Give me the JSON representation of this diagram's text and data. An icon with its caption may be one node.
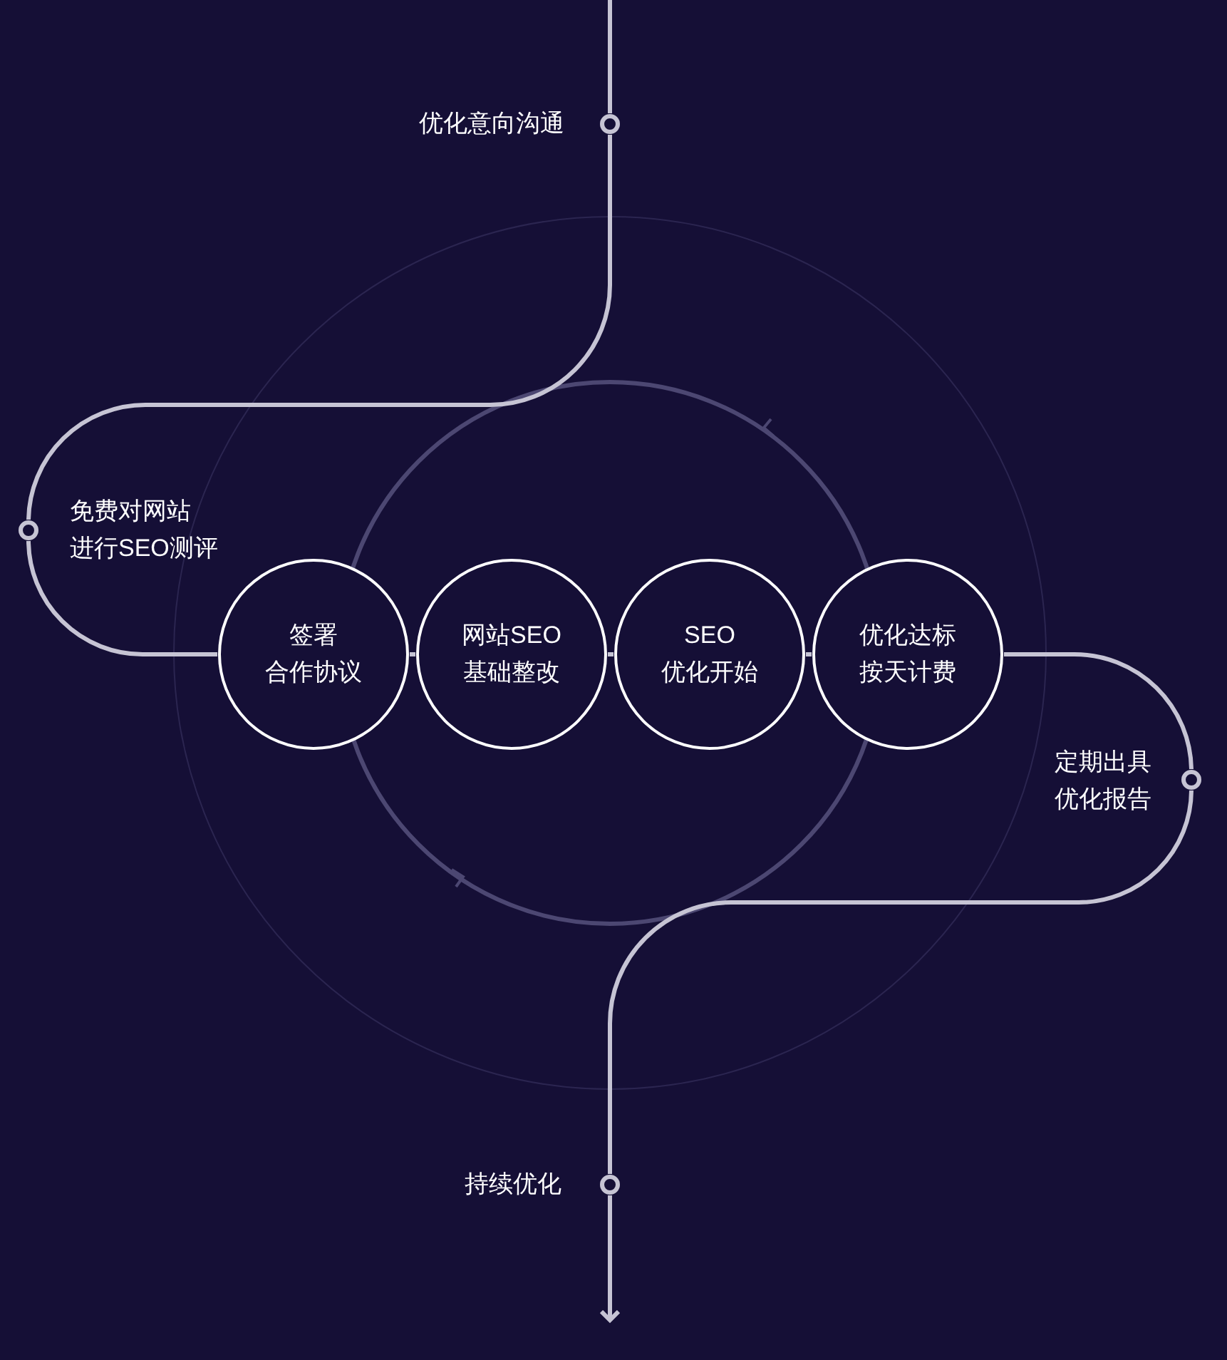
{
  "diagram": {
    "nodes": [
      {
        "text": [],
        "shape": "circle",
        "beside": [
          "优化意向沟通"
        ]
      },
      {
        "text": [],
        "shape": "circle"
      },
      {
        "text": [
          "签署合作协议"
        ]
      },
      {
        "text": [
          "网站SEO基础整改"
        ]
      },
      {
        "text": [
          "SEO优化开始"
        ]
      },
      {
        "text": [
          "优化达标按天计费"
        ]
      },
      {
        "text": [],
        "shape": "circle",
        "beside": [
          "定期出具优化报告"
        ]
      },
      {
        "text": [],
        "shape": "circle",
        "beside": [
          "持续优化"
        ]
      }
    ],
    "edges": [
      {
        "from": null,
        "to": 0,
        "arrow": "none"
      },
      {
        "from": 0,
        "to": 1,
        "arrow": "none"
      },
      {
        "from": 1,
        "to": 2,
        "arrow": "none"
      },
      {
        "from": 2,
        "to": 3,
        "arrow": "none"
      },
      {
        "from": 3,
        "to": 4,
        "arrow": "none"
      },
      {
        "from": 4,
        "to": 5,
        "arrow": "none"
      },
      {
        "from": 5,
        "to": 6,
        "arrow": "none"
      },
      {
        "from": 6,
        "to": 7,
        "arrow": "none"
      },
      {
        "from": 7,
        "to": null,
        "arrow": "to"
      }
    ],
    "labels": [
      "免费对网站进行SEO测评"
    ]
  }
}
